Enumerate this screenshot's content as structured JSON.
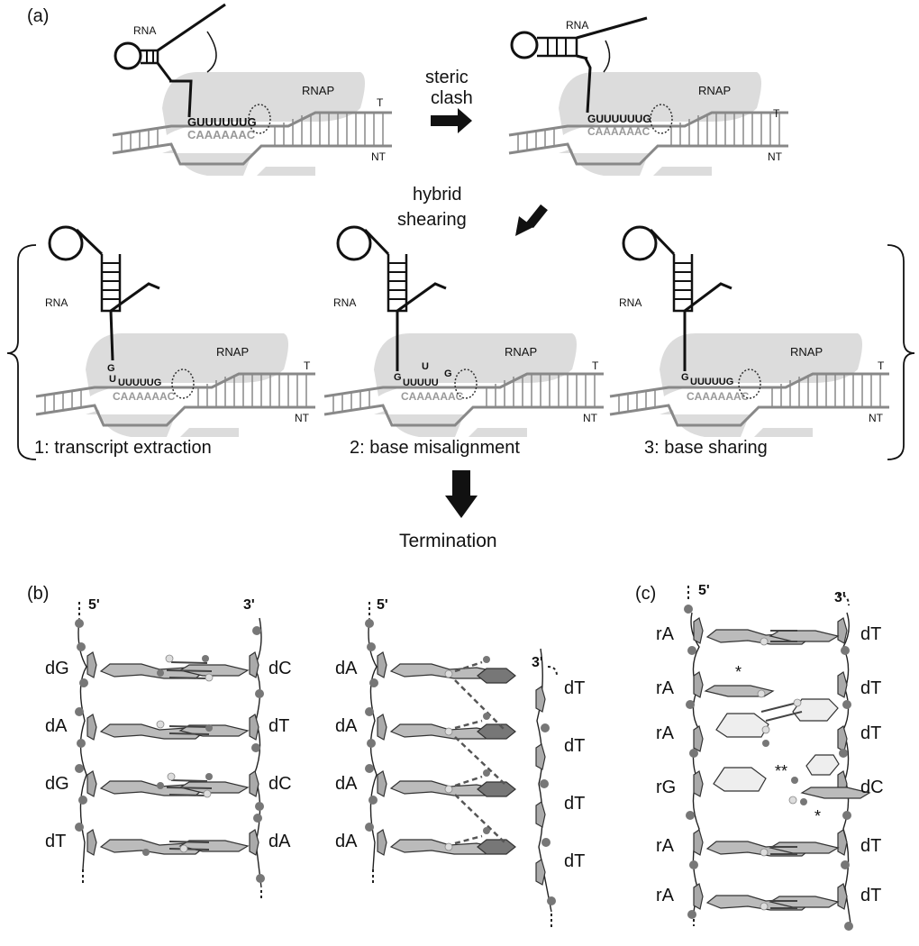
{
  "panel_a": {
    "label": "(a)",
    "rna": "RNA",
    "rnap": "RNAP",
    "strand_t": "T",
    "strand_nt": "NT",
    "rna_seq": "GUUUUUUG",
    "dna_seq": "CAAAAAAC",
    "arrow1_line1": "steric",
    "arrow1_line2": "clash",
    "arrow2_line1": "hybrid",
    "arrow2_line2": "shearing",
    "state1": "1: transcript extraction",
    "state2": "2: base misalignment",
    "state3": "3: base sharing",
    "outcome": "Termination"
  },
  "panel_b": {
    "label": "(b)",
    "five": "5'",
    "three": "3'",
    "left_strand_left": [
      "dG",
      "dA",
      "dG",
      "dT"
    ],
    "left_strand_right": [
      "dC",
      "dT",
      "dC",
      "dA"
    ],
    "right_strand_left": [
      "dA",
      "dA",
      "dA",
      "dA"
    ],
    "right_strand_right": [
      "dT",
      "dT",
      "dT",
      "dT"
    ]
  },
  "panel_c": {
    "label": "(c)",
    "five": "5'",
    "three": "3'",
    "left": [
      "rA",
      "rA",
      "rA",
      "rG",
      "rA",
      "rA"
    ],
    "right": [
      "dT",
      "dT",
      "dT",
      "dC",
      "dT",
      "dT"
    ],
    "star": "*",
    "dstar": "**"
  }
}
